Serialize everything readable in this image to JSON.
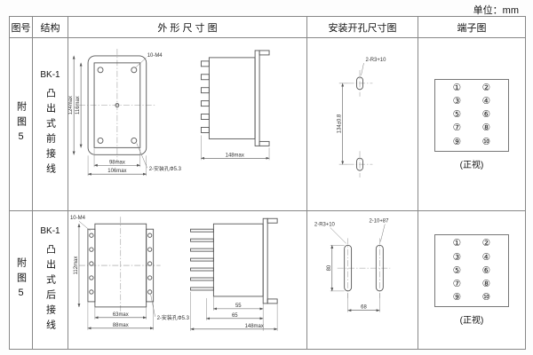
{
  "unit_label": "单位：mm",
  "headers": {
    "fig_no": "图号",
    "structure": "结构",
    "outline": "外 形 尺 寸 图",
    "mounting": "安装开孔尺寸图",
    "terminal": "端子图"
  },
  "row1": {
    "fig_no": "附图5",
    "model": "BK-1",
    "structure": "凸出式前接线",
    "outline": {
      "dim_top": "10-M4",
      "dim_left_inner": "116max",
      "dim_left_outer": "124max",
      "dim_bottom_inner": "98max",
      "dim_bottom_outer": "106max",
      "hole_note": "2-安装孔Φ5.3",
      "dim_side_width": "148max"
    },
    "mounting": {
      "slot_note": "2-R3+10",
      "dim_vertical": "134±0.8"
    },
    "terminal": {
      "numbers": [
        "①",
        "②",
        "③",
        "④",
        "⑤",
        "⑥",
        "⑦",
        "⑧",
        "⑨",
        "⑩"
      ],
      "caption": "(正视)"
    }
  },
  "row2": {
    "fig_no": "附图5",
    "model": "BK-1",
    "structure": "凸出式后接线",
    "outline": {
      "dim_top": "10-M4",
      "dim_left": "112max",
      "dim_bottom_inner": "63max",
      "dim_bottom_outer": "88max",
      "hole_note": "2-安装孔Φ5.3",
      "dim_side_a": "55",
      "dim_side_b": "65",
      "dim_side_width": "148max"
    },
    "mounting": {
      "slot_note_left": "2-R3+10",
      "slot_note_right": "2-10+87",
      "dim_vertical": "80",
      "dim_bottom": "68"
    },
    "terminal": {
      "numbers": [
        "①",
        "②",
        "③",
        "④",
        "⑤",
        "⑥",
        "⑦",
        "⑧",
        "⑨",
        "⑩"
      ],
      "caption": "(正视)"
    }
  }
}
